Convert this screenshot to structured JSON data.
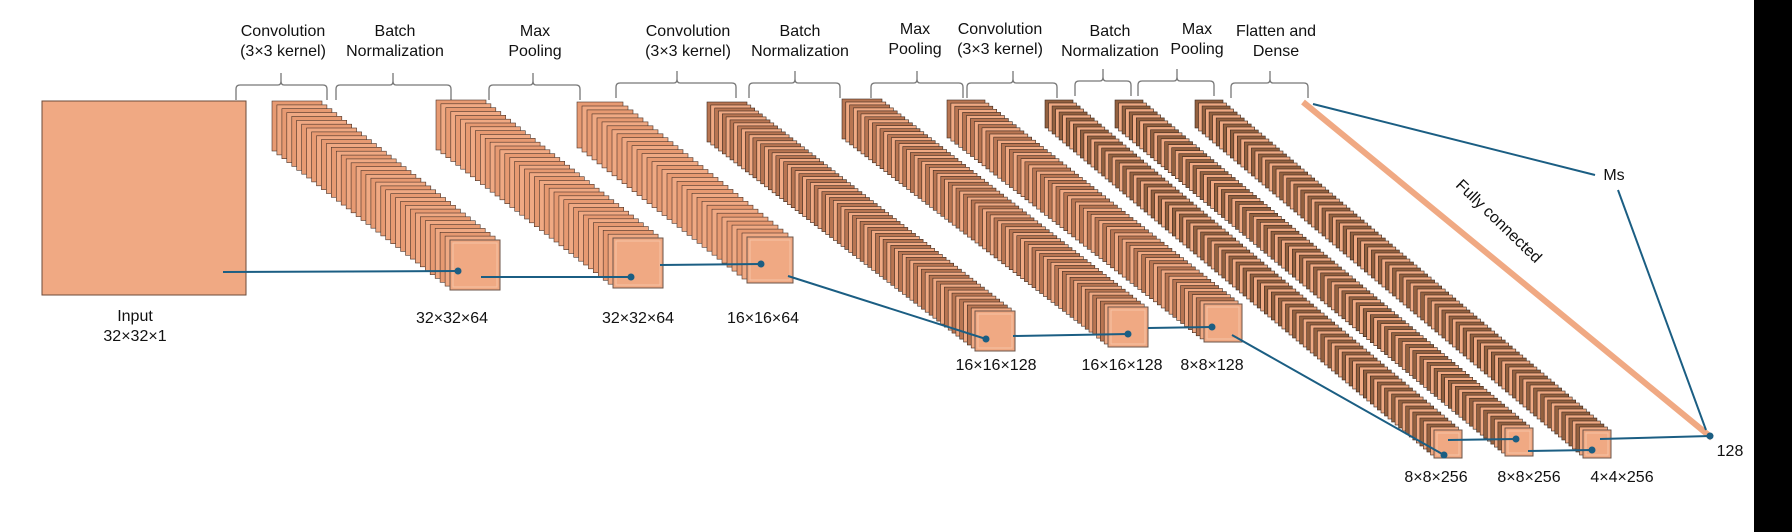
{
  "title": "CNN architecture diagram",
  "colors": {
    "light_feature": "#f0a983",
    "dark_feature": "#8f5a3e",
    "mid_feature": "#b97a55",
    "connector": "#1b5e83",
    "fc_bar": "#f0a983",
    "bracket": "#777777"
  },
  "stage_labels": [
    {
      "line1": "Convolution",
      "line2": "(3×3 kernel)"
    },
    {
      "line1": "Batch",
      "line2": "Normalization"
    },
    {
      "line1": "Max",
      "line2": "Pooling"
    },
    {
      "line1": "Convolution",
      "line2": "(3×3 kernel)"
    },
    {
      "line1": "Batch",
      "line2": "Normalization"
    },
    {
      "line1": "Max",
      "line2": "Pooling"
    },
    {
      "line1": "Convolution",
      "line2": "(3×3 kernel)"
    },
    {
      "line1": "Batch",
      "line2": "Normalization"
    },
    {
      "line1": "Max",
      "line2": "Pooling"
    },
    {
      "line1": "Flatten and",
      "line2": "Dense"
    }
  ],
  "input": {
    "label": "Input",
    "shape": "32×32×1"
  },
  "layers": [
    {
      "shape": "32×32×64",
      "shade": "light"
    },
    {
      "shape": "32×32×64",
      "shade": "light"
    },
    {
      "shape": "16×16×64",
      "shade": "light"
    },
    {
      "shape": "16×16×128",
      "shade": "mid"
    },
    {
      "shape": "16×16×128",
      "shade": "mid"
    },
    {
      "shape": "8×8×128",
      "shade": "mid"
    },
    {
      "shape": "8×8×256",
      "shade": "dark"
    },
    {
      "shape": "8×8×256",
      "shade": "dark"
    },
    {
      "shape": "4×4×256",
      "shade": "dark"
    }
  ],
  "fc": {
    "label": "Fully connected",
    "output_label": "Ms",
    "units": "128"
  }
}
